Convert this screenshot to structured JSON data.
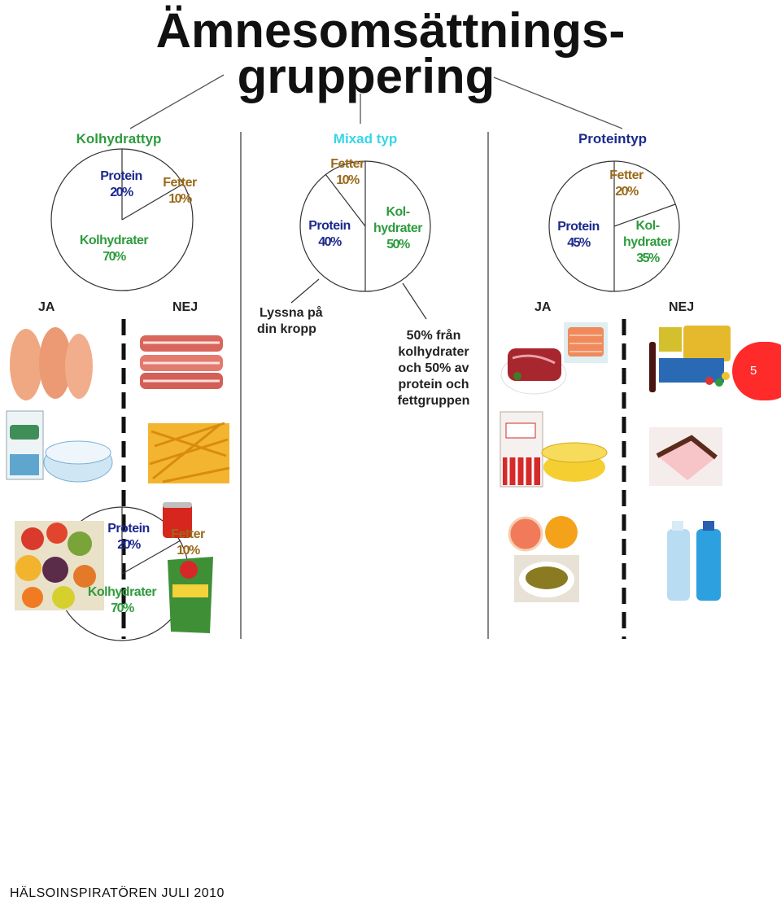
{
  "title": {
    "line1": "Ämnesomsättnings-",
    "line2": "gruppering"
  },
  "columns": {
    "kolhydrat": {
      "header": "Kolhydrattyp",
      "color": "#2e9b3e"
    },
    "mixad": {
      "header": "Mixad typ",
      "color": "#35d6e6"
    },
    "protein": {
      "header": "Proteintyp",
      "color": "#1d2a8c"
    }
  },
  "colors": {
    "protein": "#1d2a8c",
    "fetter": "#9a6a1a",
    "kolhydrat": "#2e9b3e"
  },
  "pies": {
    "kolhydrat": {
      "protein_label": "Protein",
      "protein_pct": "20%",
      "fetter_label": "Fetter",
      "fetter_pct": "10%",
      "kolhydrat_label": "Kolhydrater",
      "kolhydrat_pct": "70%"
    },
    "mixad": {
      "fetter_label": "Fetter",
      "fetter_pct": "10%",
      "protein_label": "Protein",
      "protein_pct": "40%",
      "kolhydrat_label1": "Kol-",
      "kolhydrat_label2": "hydrater",
      "kolhydrat_pct": "50%"
    },
    "protein": {
      "fetter_label": "Fetter",
      "fetter_pct": "20%",
      "protein_label": "Protein",
      "protein_pct": "45%",
      "kolhydrat_label1": "Kol-",
      "kolhydrat_label2": "hydrater",
      "kolhydrat_pct": "35%"
    },
    "bottom": {
      "protein_label": "Protein",
      "protein_pct": "20%",
      "fetter_label": "Fetter",
      "fetter_pct": "10%",
      "kolhydrat_label": "Kolhydrater",
      "kolhydrat_pct": "70%"
    }
  },
  "left_section": {
    "ja": "JA",
    "nej": "NEJ"
  },
  "right_section": {
    "ja": "JA",
    "nej": "NEJ"
  },
  "middle": {
    "listen": [
      "Lyssna på",
      "din kropp"
    ],
    "ratio": [
      "50% från",
      "kolhydrater",
      "och 50% av",
      "protein och",
      "fettgruppen"
    ]
  },
  "page_number": "5",
  "footer": "HÄLSOINSPIRATÖREN JULI 2010"
}
